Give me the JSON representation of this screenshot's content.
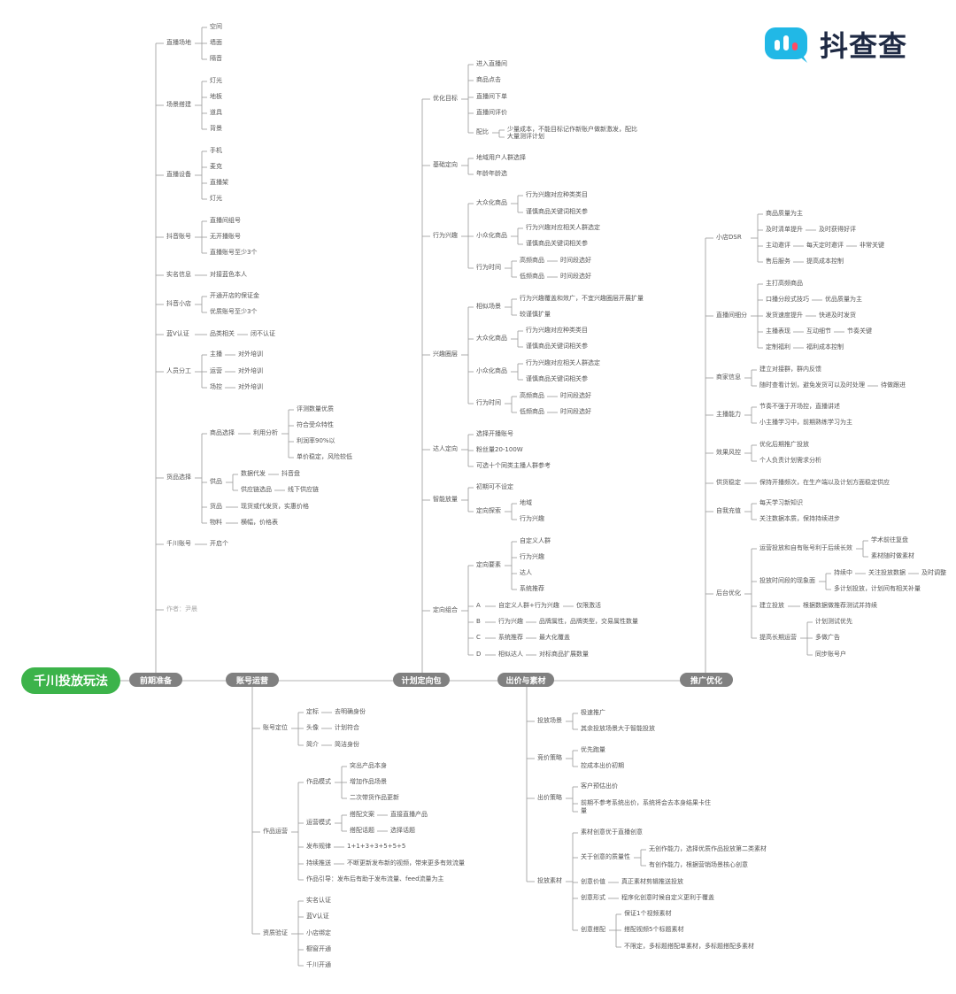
{
  "title": "千川投放玩法",
  "logo": {
    "text": "抖查查"
  },
  "branches": {
    "b1": "前期准备",
    "b2": "账号运营",
    "b3": "计划定向包",
    "b4": "出价与素材",
    "b5": "推广优化"
  },
  "author": "作者：尹晨",
  "prep": {
    "n1": "直播场地",
    "n1a": "空间",
    "n1b": "墙面",
    "n1c": "隔音",
    "n2": "场景搭建",
    "n2a": "灯光",
    "n2b": "地板",
    "n2c": "道具",
    "n2d": "背景",
    "n3": "直播设备",
    "n3a": "手机",
    "n3b": "麦克",
    "n3c": "直播架",
    "n3d": "灯光",
    "n4": "抖音账号",
    "n4a": "直播间组号",
    "n4b": "无开播账号",
    "n4c": "直播账号至少3个",
    "n5": "实名信息",
    "n5a": "对接蓝色本人",
    "n6": "抖音小店",
    "n6a": "开通开店的保证金",
    "n6b": "优质账号至少3个",
    "n7": "蓝V认证",
    "n7a": "品类相关",
    "n7b": "闭不认证",
    "n8": "人员分工",
    "n8a": "主播",
    "n8b": "对外培训",
    "n8c": "运营",
    "n8d": "对外培训",
    "n8e": "场控",
    "n8f": "对外培训",
    "n9": "货品选择",
    "n9a": "商品选择",
    "n9a1": "利用分析",
    "n9a1a": "评测数量优质",
    "n9a1b": "符合受众特性",
    "n9a1c": "利润率90%以",
    "n9a1d": "单价稳定，风险较低",
    "n9b": "供品",
    "n9b1": "数据代发",
    "n9b1a": "抖音盘",
    "n9b2": "供应链选品",
    "n9b2a": "线下供应链",
    "n9c": "货品",
    "n9c1": "现货或代发货，实惠价格",
    "n9d": "物料",
    "n9d1": "横幅，价格表",
    "n10": "千川账号",
    "n10a": "开启个"
  },
  "plan": {
    "p1": "优化目标",
    "p1a": "进入直播间",
    "p1b": "商品点击",
    "p1c": "直播间下单",
    "p1d": "直播间评价",
    "p1e": "配比",
    "p1e1": "少量成本，不能目标记作新账户做新激发，配比",
    "p1e2": "大量测评计划",
    "p2": "基础定向",
    "p2a": "地域用户人群选择",
    "p2b": "年龄年龄选",
    "p3": "行为兴趣",
    "p3a": "大众化商品",
    "p3a1": "行为兴趣对应种类类目",
    "p3a2": "谨慎商品关键词相关参",
    "p3b": "小众化商品",
    "p3b1": "行为兴趣对应相关人群选定",
    "p3b2": "谨慎商品关键词相关参",
    "p3c": "行为时间",
    "p3c1": "高频商品",
    "p3c1a": "时间段选好",
    "p3c2": "低频商品",
    "p3c2a": "时间段选好",
    "p4": "兴趣圈层",
    "p4a": "相似场景",
    "p4a1": "行为兴趣覆盖和效广，不宜兴趣圈层开展扩量",
    "p4a2": "较谨慎扩量",
    "p4b": "大众化商品",
    "p4b1": "行为兴趣对应种类类目",
    "p4b2": "谨慎商品关键词相关参",
    "p4c": "小众化商品",
    "p4c1": "行为兴趣对应相关人群选定",
    "p4c2": "谨慎商品关键词相关参",
    "p4d": "行为时间",
    "p4d1": "高频商品",
    "p4d1a": "时间段选好",
    "p4d2": "低频商品",
    "p4d2a": "时间段选好",
    "p5": "达人定向",
    "p5a": "选择开播账号",
    "p5b": "粉丝量20-100W",
    "p5c": "可选十个同类主播人群参考",
    "p6": "智能放量",
    "p6a": "初期可不设定",
    "p6b": "定向探索",
    "p6b1": "地域",
    "p6b2": "行为兴趣",
    "p7": "定向组合",
    "p7a": "定向要素",
    "p7a1": "自定义人群",
    "p7a2": "行为兴趣",
    "p7a3": "达人",
    "p7a4": "系统推荐",
    "p7b": "A",
    "p7b1": "自定义人群+行为兴趣",
    "p7b2": "仅限激活",
    "p7c": "B",
    "p7c1": "行为兴趣",
    "p7c2": "品牌属性，品牌类型，交易属性数量",
    "p7d": "C",
    "p7d1": "系统推荐",
    "p7d2": "最大化覆盖",
    "p7e": "D",
    "p7e1": "相似达人",
    "p7e2": "对标商品扩展数量"
  },
  "optimize": {
    "o1": "小店DSR",
    "o1a": "商品质量为主",
    "o1b": "及时清单提升",
    "o1b1": "及时获得好评",
    "o1c": "主动邀评",
    "o1c1": "每天定时邀评",
    "o1c2": "非常关键",
    "o1d": "售后服务",
    "o1d1": "提高成本控制",
    "o2": "直播间细分",
    "o2a": "主打高频商品",
    "o2b": "口播分段式技巧",
    "o2b1": "优品质量为主",
    "o2c": "发货速度提升",
    "o2c1": "快递及时发货",
    "o2d": "主播表现",
    "o2d1": "互动细节",
    "o2d2": "节奏关键",
    "o2e": "定制福利",
    "o2e1": "福利成本控制",
    "o3": "商家信息",
    "o3a": "建立对接群，群内反馈",
    "o3b": "随时查看计划，避免发货可以及时处理",
    "o3b1": "待做跟进",
    "o4": "主播能力",
    "o4a": "节奏不强于开场控，直播讲述",
    "o4b": "小主播学习中，前期熟练学习为主",
    "o5": "效果风控",
    "o5a": "优化后期推广投放",
    "o5b": "个人负责计划需求分析",
    "o6": "供货稳定",
    "o6a": "保持开播频次，在生产端以及计划方面稳定供应",
    "o7": "自我充值",
    "o7a": "每天学习新知识",
    "o7b": "关注数据本质，保持持续进步",
    "o8": "后台优化",
    "o8a": "运营投放和自有账号利于后续长效",
    "o8a1": "学术前往复盘",
    "o8a2": "素材随时做素材",
    "o8b": "投放时间段的现象面",
    "o8b1": "持续中",
    "o8b2": "关注投放数据",
    "o8b3": "及时调整",
    "o8b4": "多计划投放，计划间有相关补量",
    "o8c": "建立投放",
    "o8c1": "根据数据做推荐测试并持续",
    "o8d": "提高长期运营",
    "o8d1": "计划测试优先",
    "o8d2": "多做广告",
    "o8d3": "同步账号户"
  },
  "account": {
    "a1": "账号定位",
    "a1a": "定标",
    "a1a1": "去明确身份",
    "a1b": "头像",
    "a1b1": "计划符合",
    "a1c": "简介",
    "a1c1": "简洁身份",
    "a2": "作品运营",
    "a2a": "作品模式",
    "a2a1": "突出产品本身",
    "a2a2": "增加作品场景",
    "a2a3": "二次带货作品更新",
    "a2b": "运营模式",
    "a2b1": "搭配文案",
    "a2b1a": "直接直播产品",
    "a2b2": "搭配话题",
    "a2b2a": "选择话题",
    "a2c": "发布规律",
    "a2c1": "1+1+3+3+5+5+5",
    "a2d": "持续推送",
    "a2d1": "不断更新发布新的视频，带来更多有效流量",
    "a2e": "作品引导：发布后有助于发布流量、feed流量为主",
    "a3": "资质验证",
    "a3a": "实名认证",
    "a3b": "蓝V认证",
    "a3c": "小店绑定",
    "a3d": "橱窗开通",
    "a3e": "千川开通"
  },
  "bid": {
    "c1": "投放场景",
    "c1a": "极速推广",
    "c1b": "其余投放场景大于智能投放",
    "c2": "竞价策略",
    "c2a": "优先跑量",
    "c2b": "控成本出价初期",
    "c3": "出价策略",
    "c3a": "客户预估出价",
    "c3b": "前期不参考系统出价，系统将会去本身结果卡住",
    "c3c": "量",
    "c4": "投放素材",
    "c4a": "素材创意优于直播创意",
    "c4b": "关于创意的质量性",
    "c4b1": "无创作能力，选择优质作品投放第二类素材",
    "c4b2": "有创作能力，根据营销场景核心创意",
    "c4c": "创意价值",
    "c4c1": "真正素材剪辑推送投放",
    "c4d": "创意形式",
    "c4d1": "程序化创意时候自定义更利于覆盖",
    "c4e": "创意搭配",
    "c4e1": "保证1个视频素材",
    "c4e2": "搭配视频5个标题素材",
    "c4e3": "不限定，多标题搭配单素材，多标题搭配多素材"
  }
}
